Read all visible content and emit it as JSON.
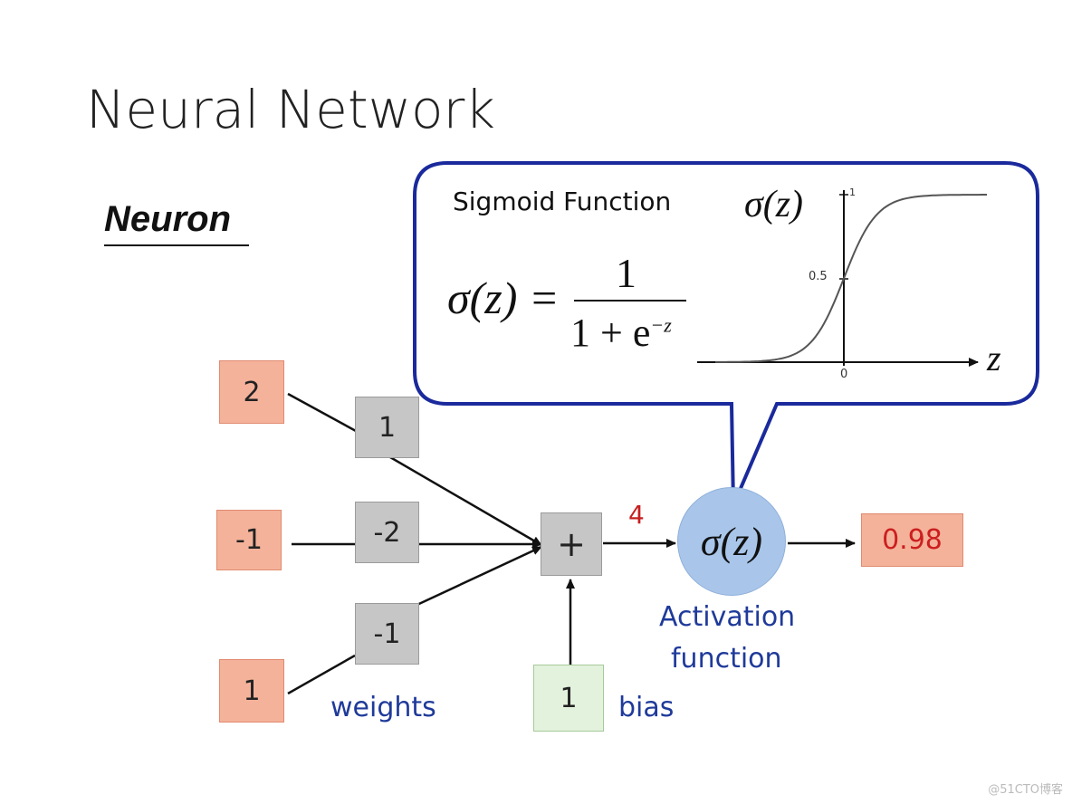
{
  "title": "Neural Network",
  "subtitle": "Neuron",
  "inputs": [
    "2",
    "-1",
    "1"
  ],
  "weights": [
    "1",
    "-2",
    "-1"
  ],
  "sum_symbol": "+",
  "sum_value": "4",
  "bias_value": "1",
  "bias_label": "bias",
  "weights_label": "weights",
  "activation": {
    "symbol": "σ(z)",
    "label_line1": "Activation",
    "label_line2": "function"
  },
  "output_value": "0.98",
  "callout": {
    "title": "Sigmoid Function",
    "formula_lhs": "σ(z) =",
    "formula_numerator": "1",
    "formula_denominator": "1 + e",
    "formula_exponent": "−z",
    "graph_ylabel": "σ(z)",
    "graph_xlabel": "z",
    "tick_y_top": "1",
    "tick_y_mid": "0.5",
    "tick_x_zero": "0"
  },
  "colors": {
    "callout_border": "#1a2a9c",
    "activation_fill": "#a9c6ea",
    "label_blue": "#1f3a9a",
    "sum_red": "#c62020"
  },
  "watermark": "@51CTO博客"
}
